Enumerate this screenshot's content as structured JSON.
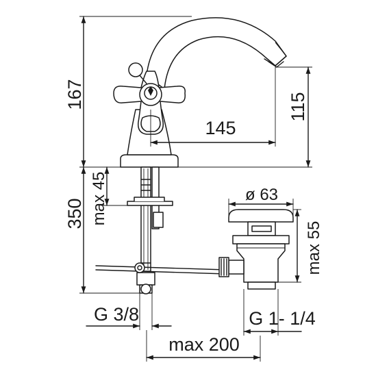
{
  "diagram": {
    "dimensions": {
      "height_spout": "167",
      "height_outlet": "115",
      "spout_reach": "145",
      "total_length": "350",
      "max_thickness": "max 45",
      "waste_diameter": "ø 63",
      "waste_height": "max 55",
      "inlet_thread": "G 3/8",
      "waste_thread": "G 1- 1/4",
      "rod_length": "max 200"
    },
    "colors": {
      "line": "#1a1a1a",
      "background": "#ffffff"
    }
  }
}
